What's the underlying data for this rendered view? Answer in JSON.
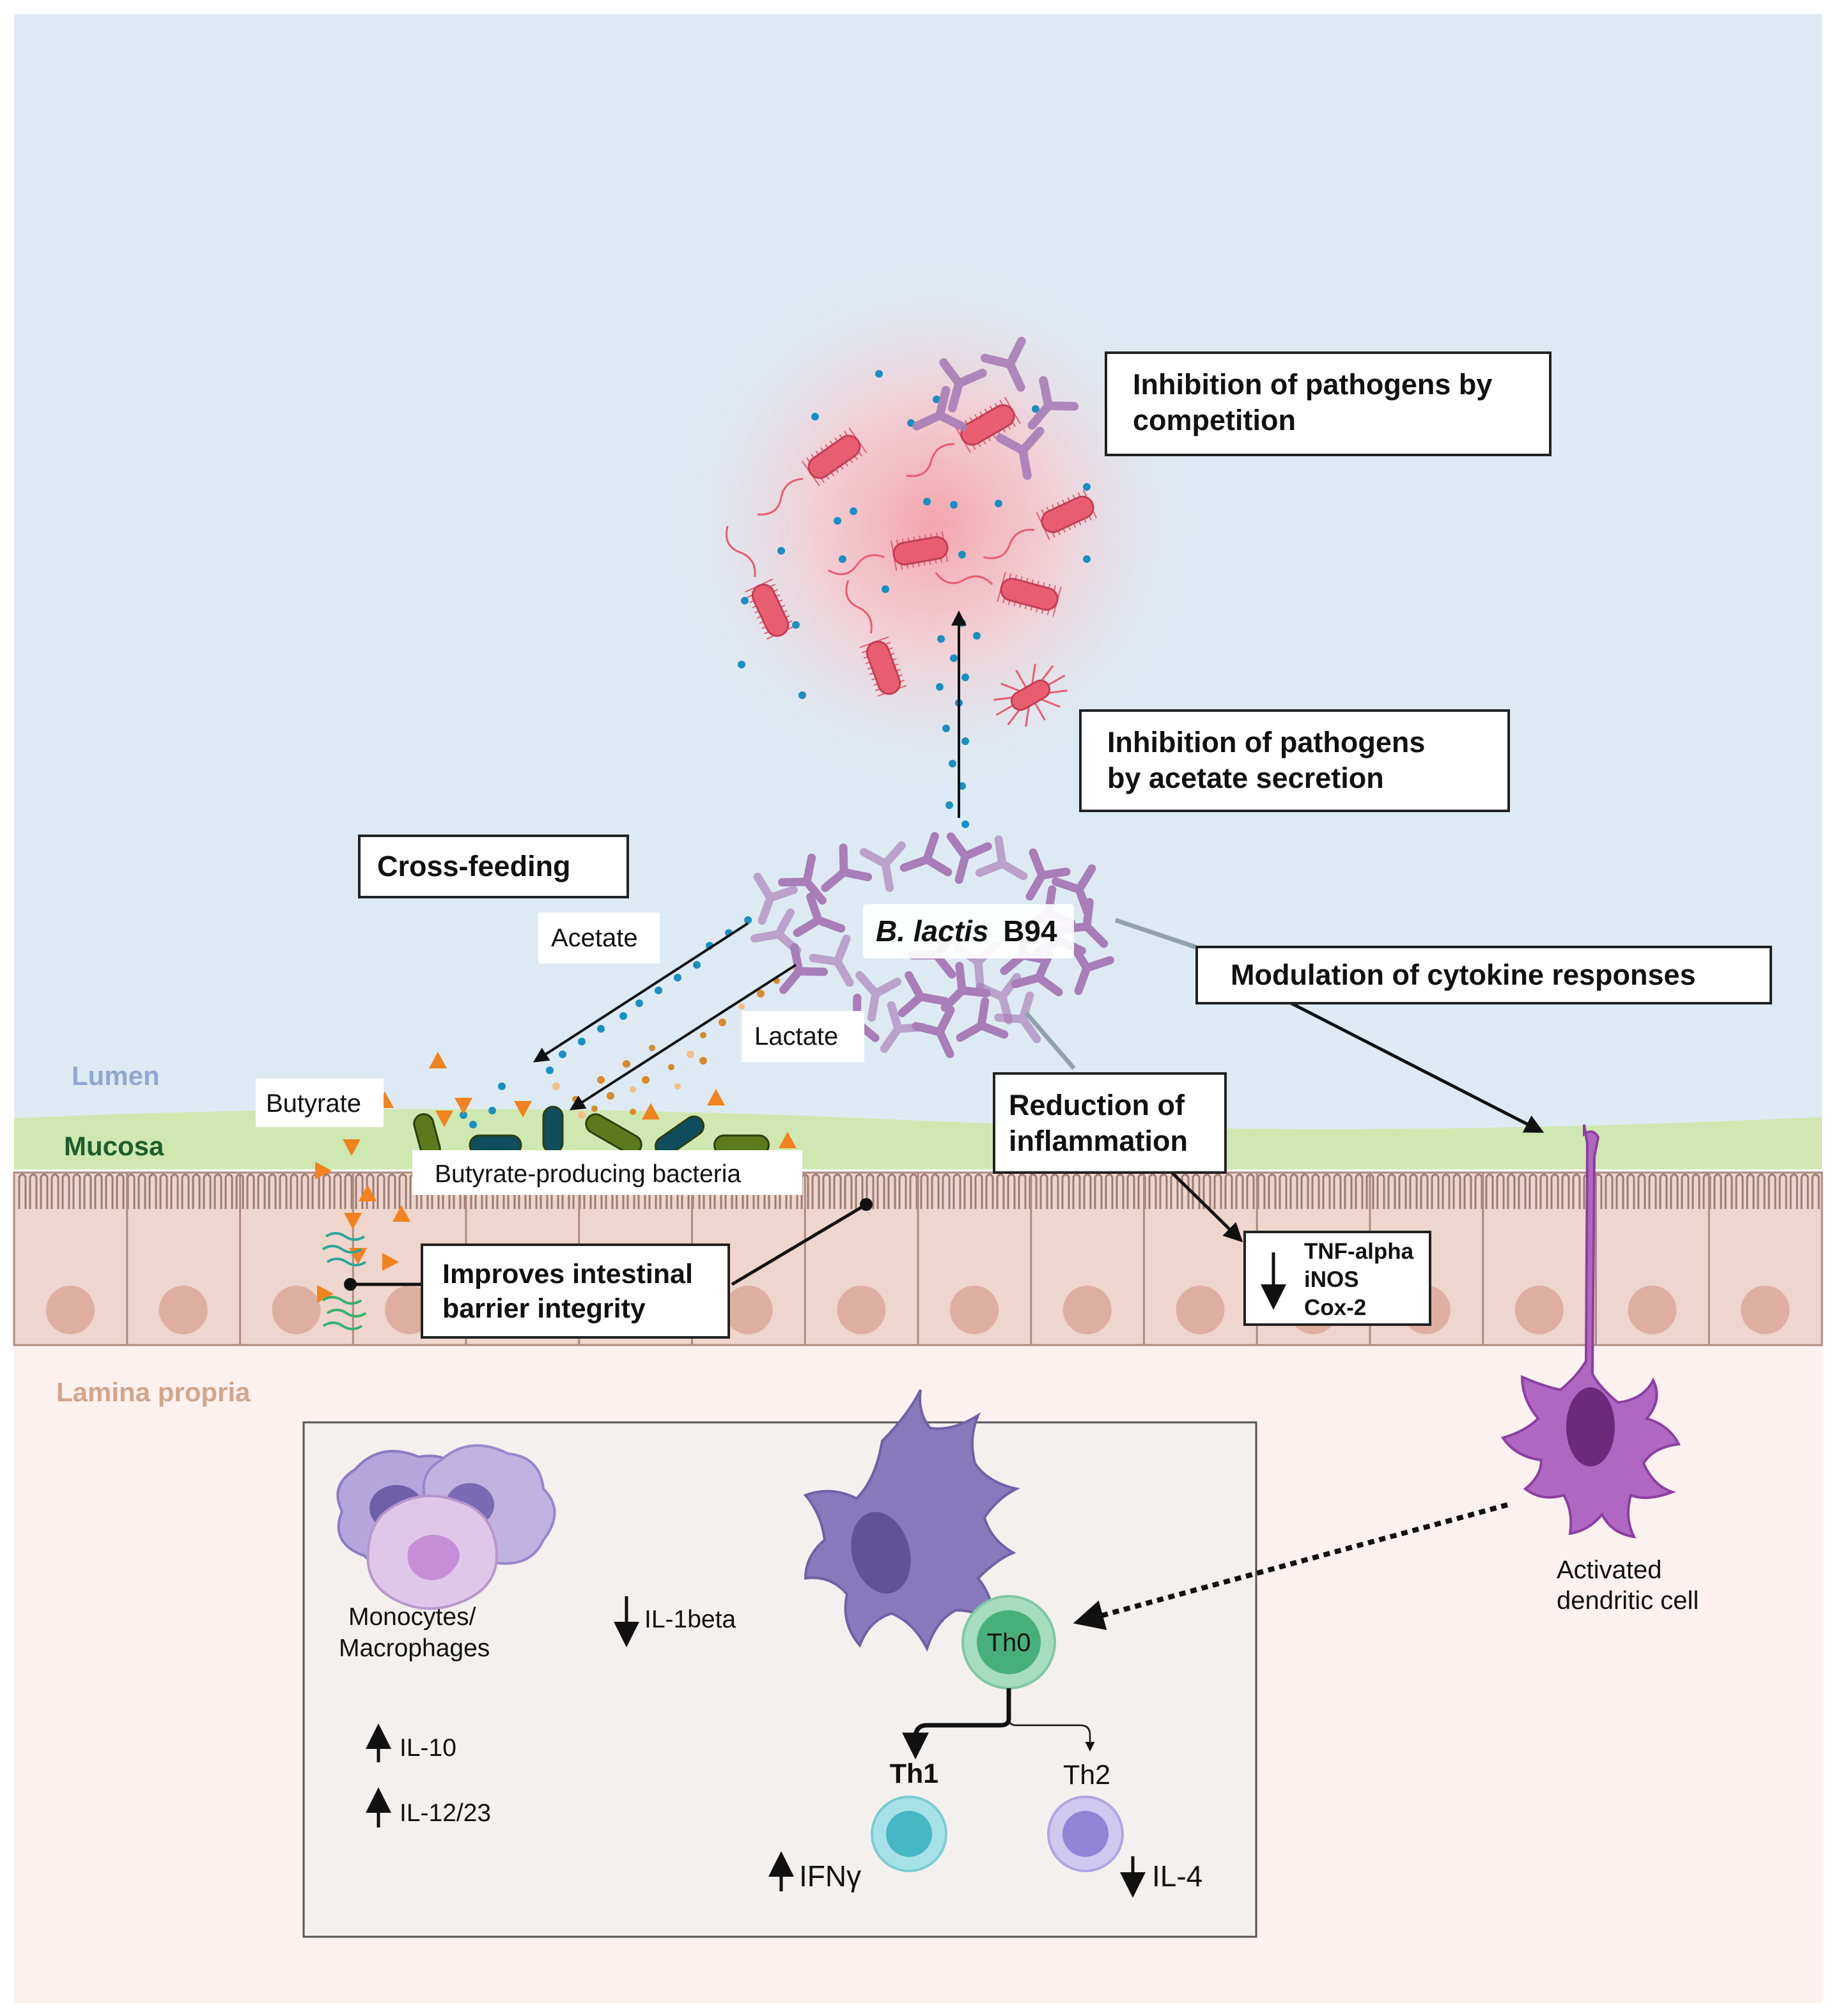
{
  "regions": {
    "lumen": "Lumen",
    "mucosa": "Mucosa",
    "lamina_propria": "Lamina propria"
  },
  "boxes": {
    "competition": [
      "Inhibition of pathogens by",
      "competition"
    ],
    "acetate_secretion": [
      "Inhibition of pathogens",
      "by acetate secretion"
    ],
    "cross_feeding": "Cross-feeding",
    "cytokine": "Modulation of cytokine responses",
    "inflammation": [
      "Reduction of",
      "inflammation"
    ],
    "barrier": [
      "Improves intestinal",
      "barrier integrity"
    ],
    "markers": [
      "TNF-alpha",
      "iNOS",
      "Cox-2"
    ]
  },
  "probiotic": {
    "italic": "B. lactis",
    "strain": "B94"
  },
  "labels": {
    "acetate": "Acetate",
    "lactate": "Lactate",
    "butyrate": "Butyrate",
    "butyrate_bacteria": "Butyrate-producing bacteria"
  },
  "immune_panel": {
    "monocytes": [
      "Monocytes/",
      "Macrophages"
    ],
    "il1beta": "IL-1beta",
    "il10": "IL-10",
    "il12": "IL-12/23",
    "th0": "Th0",
    "th1": "Th1",
    "th2": "Th2",
    "ifn": "IFNγ",
    "il4": "IL-4",
    "dendritic": [
      "Activated",
      "dendritic cell"
    ]
  },
  "colors": {
    "lumen_bg": "#deeaf3",
    "mucosa_green": "#cfe8b1",
    "epithelium": "#eed5cd",
    "lamina_bg": "#fdf1f0",
    "lumen_text": "#8fa8d2",
    "mucosa_text": "#1f5d2e",
    "lamina_text": "#d3a58a",
    "bifido_purple": "#a87db8",
    "pathogen_red": "#e85e70",
    "acetate_blue": "#1a8fc2",
    "lactate_orange": "#d98a2a",
    "butyrate_orange": "#f0831f",
    "th0_green": "#5dbf8e",
    "th1_teal": "#6fcdd6",
    "th2_lavender": "#a99bdc",
    "dc_purple": "#a34fb6"
  }
}
